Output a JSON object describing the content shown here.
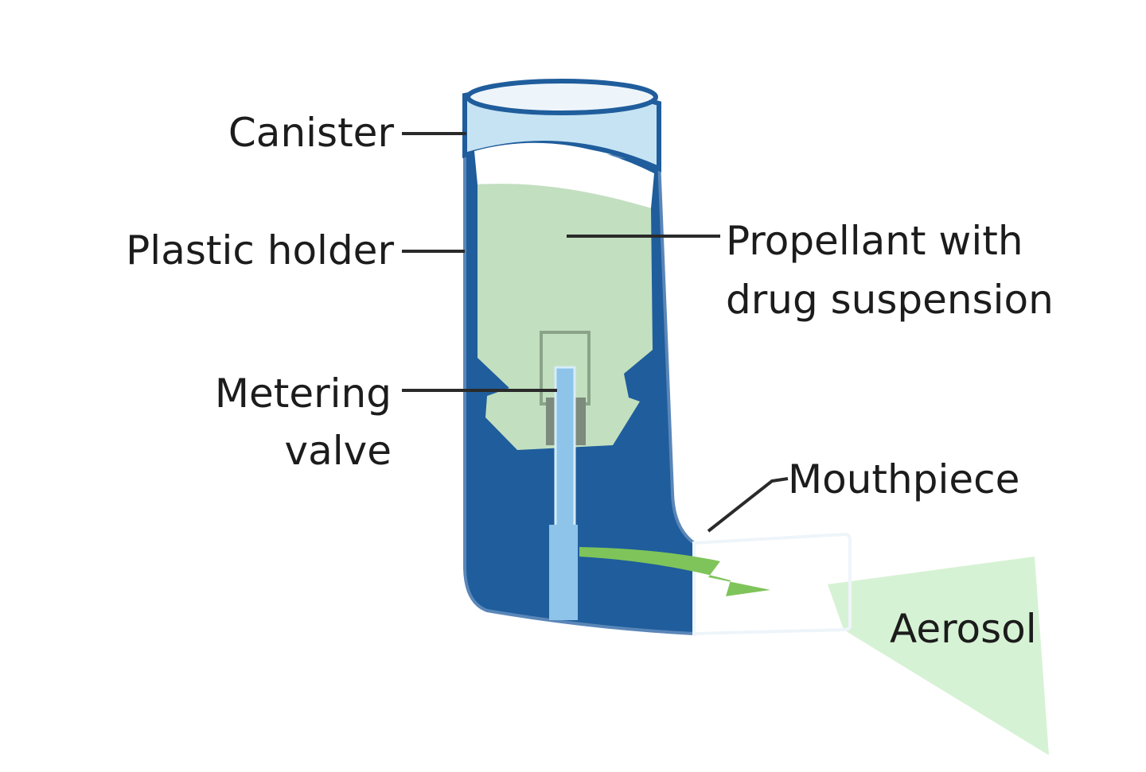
{
  "labels": {
    "canister": "Canister",
    "plastic_holder": "Plastic holder",
    "propellant_line1": "Propellant with",
    "propellant_line2": "drug suspension",
    "metering_line1": "Metering",
    "metering_line2": "valve",
    "mouthpiece": "Mouthpiece",
    "aerosol": "Aerosol"
  },
  "colors": {
    "holder": "#1f5d9c",
    "holder_edge": "#5a86b8",
    "canister_top": "#c6e3f3",
    "canister_rim": "#eef5fa",
    "suspension": "#c2dfc0",
    "stem": "#8ec3ea",
    "spray_arrow": "#7fc45a",
    "aerosol": "#d6f2d4",
    "text": "#1c1c1c"
  }
}
